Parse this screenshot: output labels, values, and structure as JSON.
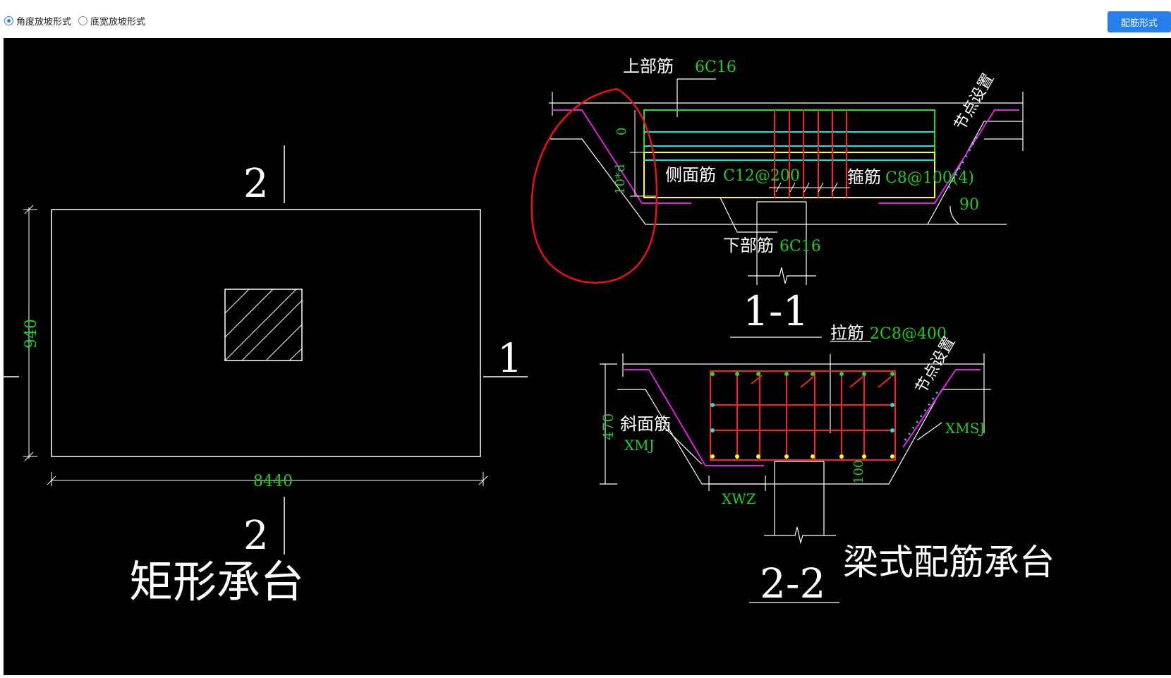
{
  "toolbar": {
    "radio_angle": "角度放坡形式",
    "radio_width": "底宽放坡形式",
    "reinforce_button": "配筋形式"
  },
  "drawing": {
    "rect_label": "矩形承台",
    "beam_label": "梁式配筋承台",
    "dim_width": "8440",
    "dim_height": "940",
    "sec1": "1",
    "sec2_top": "2",
    "sec2_bottom": "2",
    "section_1_1": "1-1",
    "section_2_2": "2-2",
    "top_bar_label": "上部筋",
    "top_bar_value": "6C16",
    "side_bar_label": "侧面筋",
    "side_bar_value": "C12@200",
    "stirrup_label": "箍筋",
    "stirrup_value": "C8@100(4)",
    "bottom_bar_label": "下部筋",
    "bottom_bar_value": "6C16",
    "node_setting_1": "节点设置",
    "node_setting_2": "节点设置",
    "angle_value": "90",
    "zero_value": "0",
    "tens_d": "10*d",
    "tie_bar_label": "拉筋",
    "tie_bar_value": "2C8@400",
    "slope_bar_label": "斜面筋",
    "slope_bar_code": "XMJ",
    "xmsj": "XMSJ",
    "xwz": "XWZ",
    "dim_470": "470",
    "dim_100": "100"
  },
  "colors": {
    "background": "#000000",
    "line": "#ffffff",
    "dim_text": "#22cc22",
    "rebar_red": "#ff2020",
    "rebar_cyan": "#22e0e0",
    "rebar_yellow": "#ffff22",
    "rebar_magenta": "#e020e0",
    "rebar_green": "#22dd22",
    "annotation_red": "#ee1111",
    "button": "#2680eb"
  }
}
